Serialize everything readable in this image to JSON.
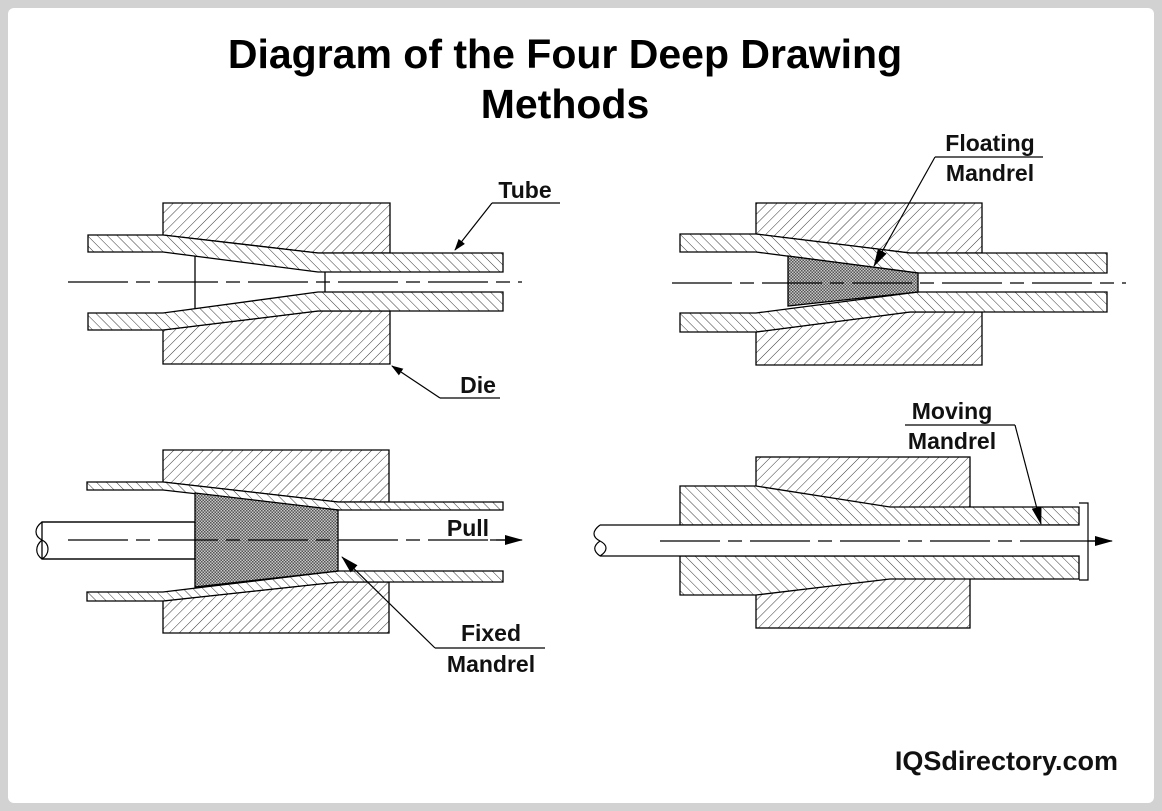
{
  "title": {
    "line1": "Diagram of the Four Deep Drawing",
    "line2": "Methods"
  },
  "labels": {
    "tube": "Tube",
    "die": "Die",
    "floating_mandrel": {
      "line1": "Floating",
      "line2": "Mandrel"
    },
    "pull": "Pull",
    "fixed_mandrel": {
      "line1": "Fixed",
      "line2": "Mandrel"
    },
    "moving_mandrel": {
      "line1": "Moving",
      "line2": "Mandrel"
    }
  },
  "watermark": "IQSdirectory.com",
  "colors": {
    "frame": "#d2d2d2",
    "panel": "#ffffff",
    "ink": "#000000",
    "mandrel_fill": "#9a9a9a"
  }
}
